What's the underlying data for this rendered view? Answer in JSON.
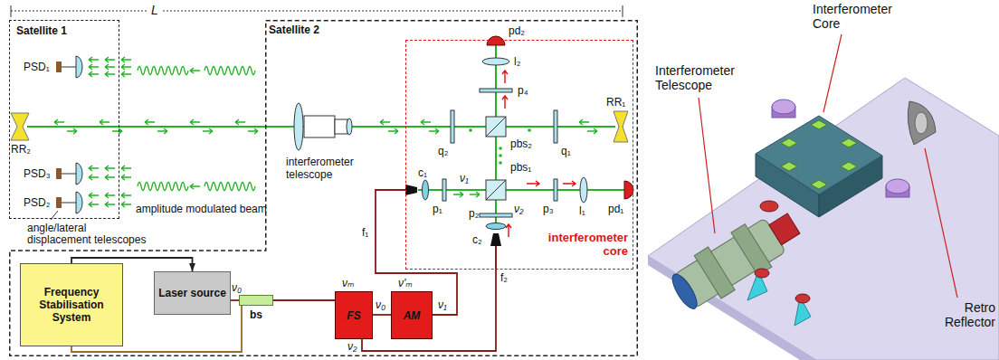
{
  "diagram": {
    "nodes": [
      {
        "text": [
          "Satellite 1"
        ]
      },
      {
        "text": [
          "Satellite 2"
        ]
      },
      {
        "text": [
          "interferometer core"
        ],
        "in": 1
      },
      {
        "text": [
          "Frequency Stabilisation System"
        ],
        "in": 1
      },
      {
        "text": [
          "Laser source"
        ],
        "in": 1
      },
      {
        "text": [
          "bs"
        ],
        "in": 1
      },
      {
        "text": [
          "FS"
        ],
        "in": 1
      },
      {
        "text": [
          "AM"
        ],
        "in": 1
      }
    ],
    "edges": [
      {
        "from": 3,
        "to": 4,
        "arrow": "to"
      },
      {
        "from": 4,
        "to": 5,
        "arrow": "none"
      },
      {
        "from": 5,
        "to": 6,
        "arrow": "none"
      },
      {
        "from": 6,
        "to": 7,
        "arrow": "none"
      },
      {
        "from": 7,
        "to": 2,
        "arrow": "none"
      },
      {
        "from": 6,
        "to": 2,
        "arrow": "none"
      },
      {
        "from": 5,
        "to": 3,
        "arrow": "none"
      }
    ],
    "labels": [
      "L",
      "PSD₁",
      "RR₂",
      "PSD₃",
      "PSD₂",
      "angle/lateral displacement telescopes",
      "amplitude modulated beam",
      "interferometer telescope",
      "pd₂",
      "l₂",
      "p₄",
      "q₂",
      "pbs₂",
      "q₁",
      "RR₁",
      "c₁",
      "ν₁",
      "pbs₁",
      "p₁",
      "p₃",
      "l₁",
      "pd₁",
      "p₂",
      "ν₂",
      "c₂",
      "f₁",
      "f₂",
      "ν₀",
      "νₘ",
      "ν₀",
      "ν'ₘ",
      "ν₁",
      "ν₂",
      "Interferometer Telescope",
      "Interferometer Core",
      "Retro Reflector"
    ]
  }
}
